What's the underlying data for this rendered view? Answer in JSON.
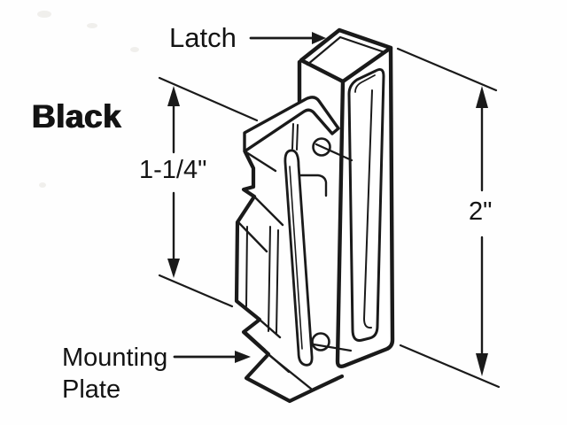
{
  "figure": {
    "callouts": {
      "latch": "Latch",
      "mounting_plate": "Mounting Plate"
    },
    "finish_label": "Black",
    "dimensions": {
      "plate_height": "1-1/4\"",
      "overall_height": "2\""
    },
    "ink_color": "#1a1a1a",
    "background_color": "#fefefe"
  }
}
